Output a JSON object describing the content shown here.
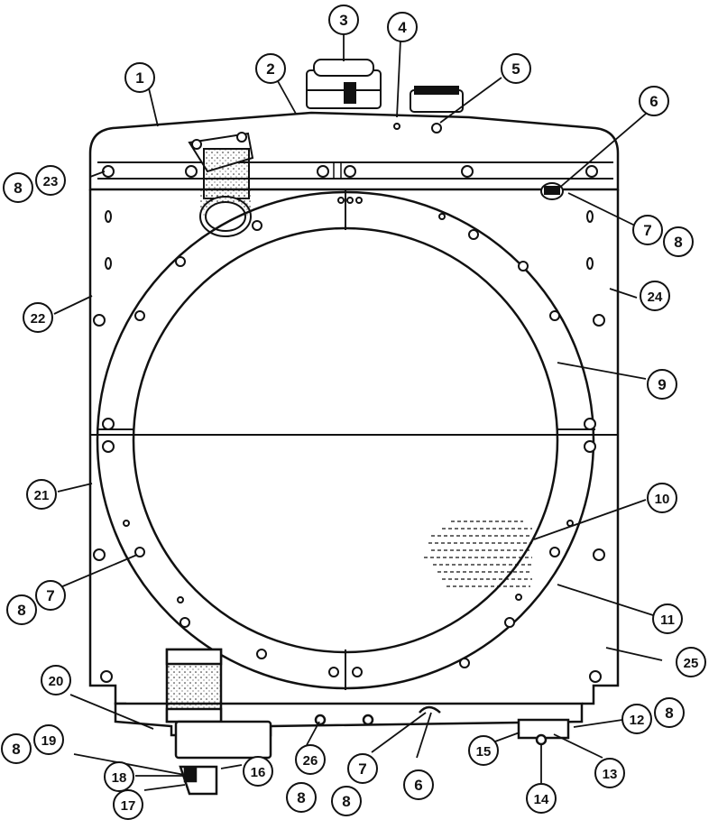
{
  "callouts": [
    {
      "id": "c1",
      "label": "1"
    },
    {
      "id": "c2",
      "label": "2"
    },
    {
      "id": "c3",
      "label": "3"
    },
    {
      "id": "c4",
      "label": "4"
    },
    {
      "id": "c5",
      "label": "5"
    },
    {
      "id": "c6a",
      "label": "6"
    },
    {
      "id": "c7a",
      "label": "7"
    },
    {
      "id": "c8a",
      "label": "8"
    },
    {
      "id": "c8b",
      "label": "8"
    },
    {
      "id": "c23",
      "label": "23"
    },
    {
      "id": "c22",
      "label": "22"
    },
    {
      "id": "c24",
      "label": "24"
    },
    {
      "id": "c9",
      "label": "9"
    },
    {
      "id": "c21",
      "label": "21"
    },
    {
      "id": "c10",
      "label": "10"
    },
    {
      "id": "c8c",
      "label": "8"
    },
    {
      "id": "c7b",
      "label": "7"
    },
    {
      "id": "c11",
      "label": "11"
    },
    {
      "id": "c25",
      "label": "25"
    },
    {
      "id": "c20",
      "label": "20"
    },
    {
      "id": "c12",
      "label": "12"
    },
    {
      "id": "c8d",
      "label": "8"
    },
    {
      "id": "c8e",
      "label": "8"
    },
    {
      "id": "c19",
      "label": "19"
    },
    {
      "id": "c18",
      "label": "18"
    },
    {
      "id": "c17",
      "label": "17"
    },
    {
      "id": "c16",
      "label": "16"
    },
    {
      "id": "c26",
      "label": "26"
    },
    {
      "id": "c7c",
      "label": "7"
    },
    {
      "id": "c8f",
      "label": "8"
    },
    {
      "id": "c8g",
      "label": "8"
    },
    {
      "id": "c6b",
      "label": "6"
    },
    {
      "id": "c15",
      "label": "15"
    },
    {
      "id": "c13",
      "label": "13"
    },
    {
      "id": "c14",
      "label": "14"
    }
  ]
}
